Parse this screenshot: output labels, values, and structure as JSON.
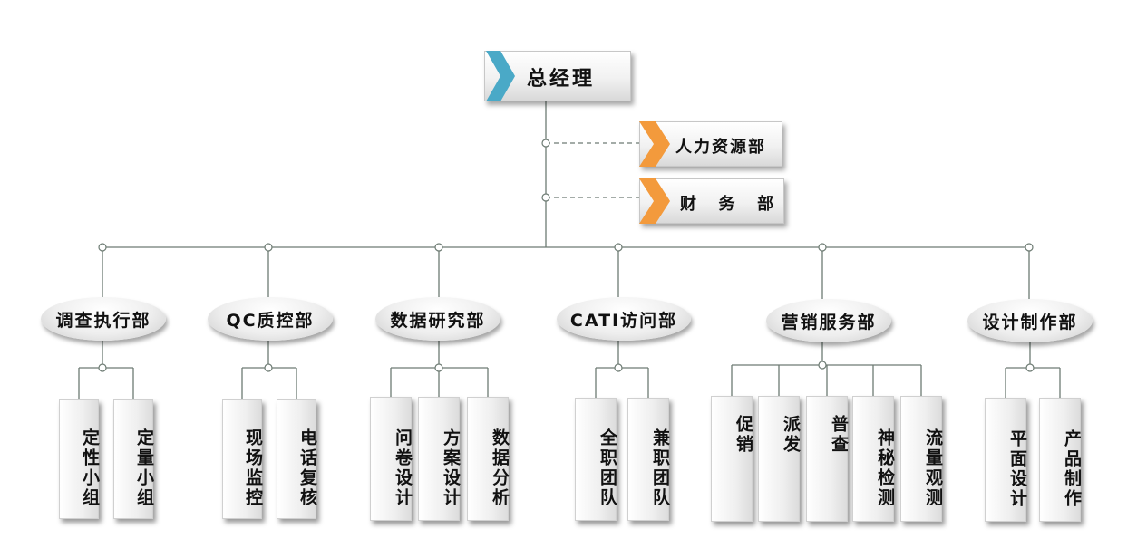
{
  "chart": {
    "root": "总经理",
    "staff": [
      "人力资源部",
      "财  务  部"
    ],
    "departments": [
      {
        "name": "调查执行部",
        "teams": [
          "定性小组",
          "定量小组"
        ]
      },
      {
        "name": "QC质控部",
        "teams": [
          "现场监控",
          "电话复核"
        ]
      },
      {
        "name": "数据研究部",
        "teams": [
          "问卷设计",
          "方案设计",
          "数据分析"
        ]
      },
      {
        "name": "CATI访问部",
        "teams": [
          "全职团队",
          "兼职团队"
        ]
      },
      {
        "name": "营销服务部",
        "teams": [
          "促销",
          "派发",
          "普查",
          "神秘检测",
          "流量观测"
        ]
      },
      {
        "name": "设计制作部",
        "teams": [
          "平面设计",
          "产品制作"
        ]
      }
    ]
  },
  "colors": {
    "root_chevron": "#4aa9c7",
    "staff_chevron": "#f39a3c",
    "line": "#6d7b73"
  }
}
